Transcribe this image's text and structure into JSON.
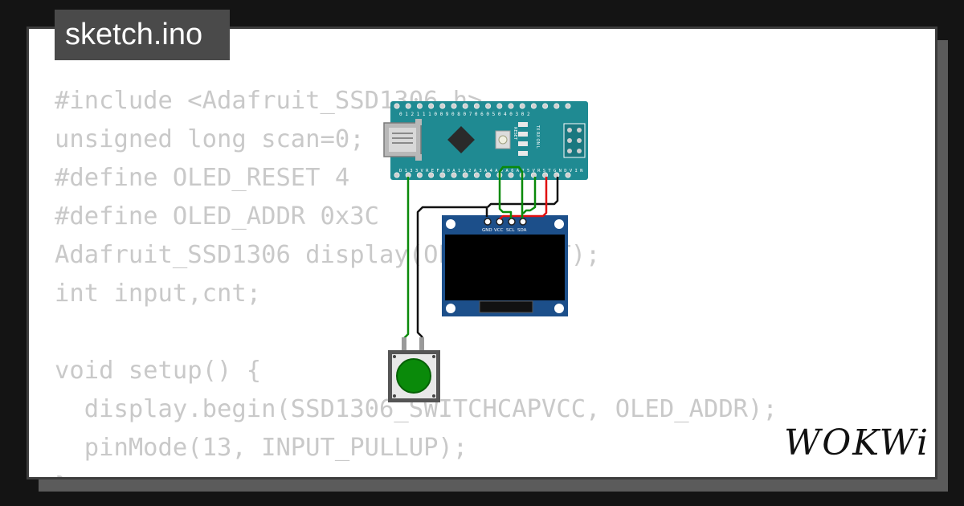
{
  "file_tab": {
    "label": "sketch.ino"
  },
  "code_lines": [
    "#include <Adafruit_SSD1306.h>",
    "unsigned long scan=0;",
    "#define OLED_RESET 4",
    "#define OLED_ADDR 0x3C",
    "Adafruit_SSD1306 display(OLED_RESET);",
    "int input,cnt;",
    "",
    "void setup() {",
    "  display.begin(SSD1306_SWITCHCAPVCC, OLED_ADDR);",
    "  pinMode(13, INPUT_PULLUP);",
    "}"
  ],
  "arduino": {
    "top_header_labels": "0 1 2 1 1 1 0 0 9 0 8 0 7 0 6 0 5 0 4 0 3 0 2",
    "bottom_header_labels": "D 1 3 3 V R E F A 0 A 1 A 2 A 3 A 4 A 5 A 6 A 7 5 V R S T G N D V I N",
    "reset_label": "RESET",
    "side_labels": "TX RX ON L"
  },
  "oled": {
    "pin_labels": [
      "GND",
      "VCC",
      "SCL",
      "SDA"
    ]
  },
  "brand": {
    "logo_text": "WOKWi"
  },
  "colors": {
    "background": "#141414",
    "card": "#ffffff",
    "arduino_board": "#1f8a92",
    "oled_board": "#1c4f8a",
    "wire_green": "#0a8a0a",
    "wire_red": "#e01010",
    "wire_black": "#111111",
    "button_cap": "#0a8a0a"
  }
}
